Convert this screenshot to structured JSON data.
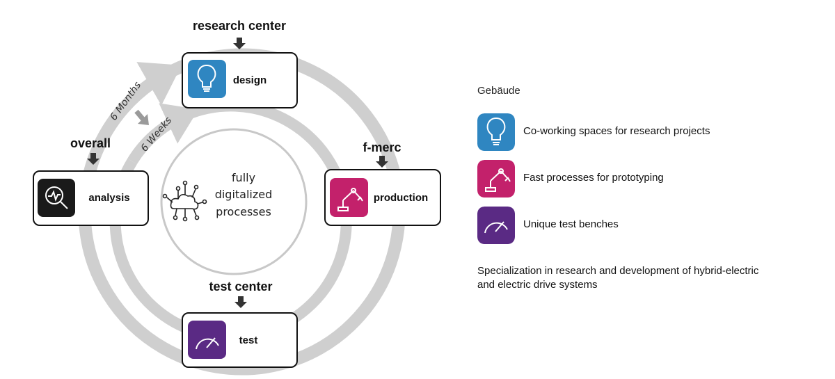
{
  "cycle": {
    "outer_label": "6 Months",
    "inner_label": "6 Weeks",
    "center_lines": [
      "fully",
      "digitalized",
      "processes"
    ]
  },
  "stages": {
    "design": {
      "title": "research center",
      "label": "design",
      "color": "#2f86c1",
      "icon": "lightbulb-icon"
    },
    "production": {
      "title": "f-merc",
      "label": "production",
      "color": "#c3216b",
      "icon": "robot-arm-icon"
    },
    "test": {
      "title": "test center",
      "label": "test",
      "color": "#5a2a84",
      "icon": "gauge-icon"
    },
    "analysis": {
      "title": "overall",
      "label": "analysis",
      "color": "#1a1a1a",
      "icon": "magnifier-chart-icon"
    }
  },
  "center_icon": "cloud-network-icon",
  "legend": {
    "title": "Gebäude",
    "items": [
      {
        "icon": "lightbulb-icon",
        "color": "#2f86c1",
        "label": "Co-working spaces for research projects"
      },
      {
        "icon": "robot-arm-icon",
        "color": "#c3216b",
        "label": "Fast processes for prototyping"
      },
      {
        "icon": "gauge-icon",
        "color": "#5a2a84",
        "label": "Unique test benches"
      }
    ],
    "note": "Specialization in research and development of hybrid-electric and electric drive systems"
  }
}
